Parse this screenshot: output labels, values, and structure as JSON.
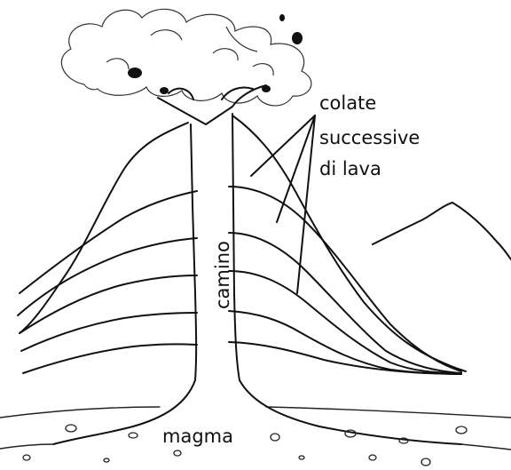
{
  "labels": {
    "lava_line1": "colate",
    "lava_line2": "successive",
    "lava_line3": "di lava",
    "conduit": "camino",
    "chamber": "magma"
  },
  "colors": {
    "ink": "#111111",
    "background": "#ffffff"
  }
}
